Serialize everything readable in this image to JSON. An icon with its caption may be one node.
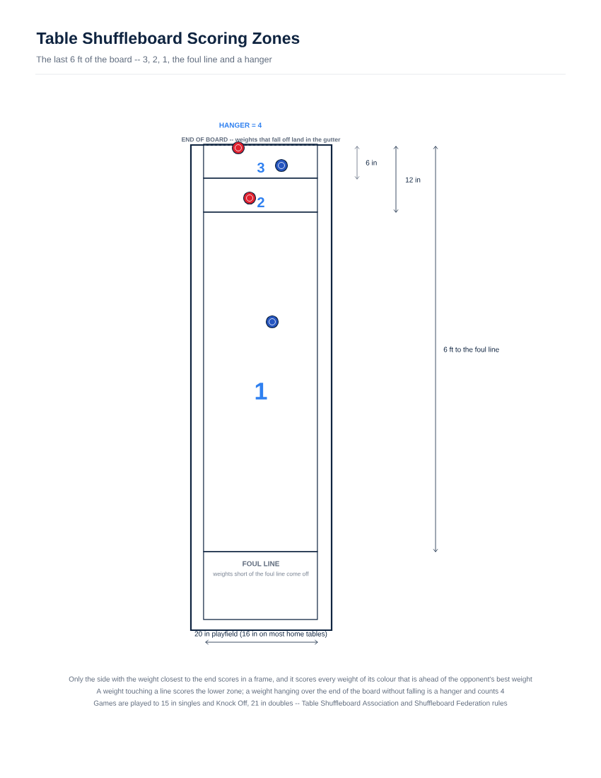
{
  "diagram": {
    "title": "Table Shuffleboard Scoring Zones",
    "nodes": [
      {
        "text": [
          "END OF BOARD -- weights that fall off land in the gutter"
        ]
      },
      {
        "text": [
          "3"
        ],
        "in": 0
      },
      {
        "text": [
          "2"
        ],
        "in": 0
      },
      {
        "text": [
          "1"
        ],
        "in": 0
      },
      {
        "text": [
          "FOUL LINE",
          "weights short of the foul line come off"
        ],
        "in": 0
      }
    ],
    "labels": [
      "The last 6 ft of the board -- 3, 2, 1, the foul line and a hanger",
      "HANGER = 4",
      "6 in",
      "12 in",
      "6 ft to the foul line",
      "20 in playfield (16 in on most home tables)",
      "Only the side with the weight closest to the end scores in a frame, and it scores every weight of its colour that is ahead of the opponent's best weight",
      "A weight touching a line scores the lower zone; a weight hanging over the end of the board without falling is a hanger and counts 4",
      "Games are played to 15 in singles and Knock Off, 21 in doubles -- Table Shuffleboard Association and Shuffleboard Federation rules"
    ]
  }
}
